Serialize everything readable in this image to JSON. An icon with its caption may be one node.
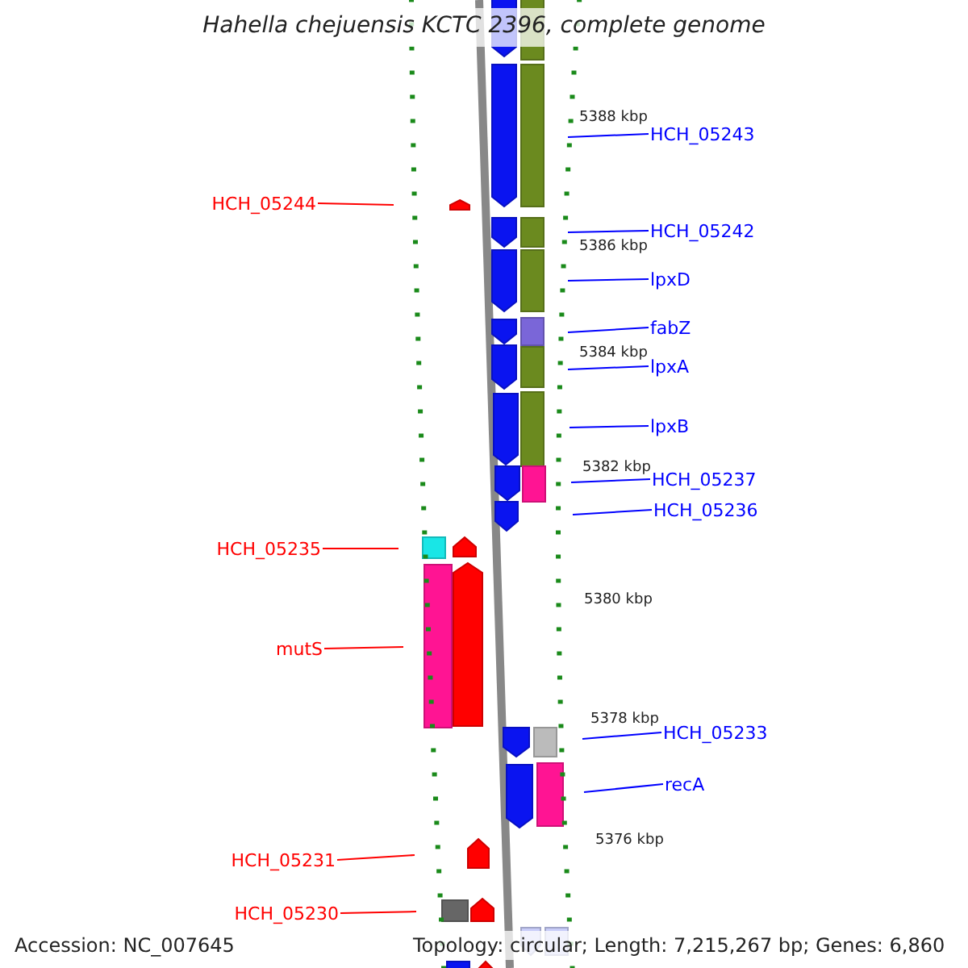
{
  "diagram": {
    "title": "Hahella chejuensis KCTC 2396, complete genome",
    "nodes": [
      {
        "text": [
          "HCH_05243"
        ]
      },
      {
        "text": [
          "HCH_05244"
        ]
      },
      {
        "text": [
          "HCH_05242"
        ]
      },
      {
        "text": [
          "lpxD"
        ]
      },
      {
        "text": [
          "fabZ"
        ]
      },
      {
        "text": [
          "lpxA"
        ]
      },
      {
        "text": [
          "lpxB"
        ]
      },
      {
        "text": [
          "HCH_05237"
        ]
      },
      {
        "text": [
          "HCH_05236"
        ]
      },
      {
        "text": [
          "HCH_05235"
        ]
      },
      {
        "text": [
          "mutS"
        ]
      },
      {
        "text": [
          "HCH_05233"
        ]
      },
      {
        "text": [
          "recA"
        ]
      },
      {
        "text": [
          "HCH_05231"
        ]
      },
      {
        "text": [
          "HCH_05230"
        ]
      }
    ],
    "edges": [
      {
        "from": 0,
        "to": null,
        "arrow": "none"
      },
      {
        "from": 1,
        "to": null,
        "arrow": "none",
        "color": "#ff0000"
      },
      {
        "from": 2,
        "to": null,
        "arrow": "none"
      },
      {
        "from": 3,
        "to": null,
        "arrow": "none"
      },
      {
        "from": 4,
        "to": null,
        "arrow": "none"
      },
      {
        "from": 5,
        "to": null,
        "arrow": "none"
      },
      {
        "from": 6,
        "to": null,
        "arrow": "none"
      },
      {
        "from": 7,
        "to": null,
        "arrow": "none"
      },
      {
        "from": 8,
        "to": null,
        "arrow": "none"
      },
      {
        "from": 9,
        "to": null,
        "arrow": "none",
        "color": "#ff0000"
      },
      {
        "from": 10,
        "to": null,
        "arrow": "none",
        "color": "#ff0000"
      },
      {
        "from": 11,
        "to": null,
        "arrow": "none"
      },
      {
        "from": 12,
        "to": null,
        "arrow": "none"
      },
      {
        "from": 13,
        "to": null,
        "arrow": "none",
        "color": "#ff0000"
      },
      {
        "from": 14,
        "to": null,
        "arrow": "none",
        "color": "#ff0000"
      }
    ],
    "labels": [
      "5388 kbp",
      "5386 kbp",
      "5384 kbp",
      "5382 kbp",
      "5380 kbp",
      "5378 kbp",
      "5376 kbp",
      "Accession: NC_007645",
      "Topology: circular; Length: 7,215,267 bp; Genes: 6,860"
    ]
  }
}
